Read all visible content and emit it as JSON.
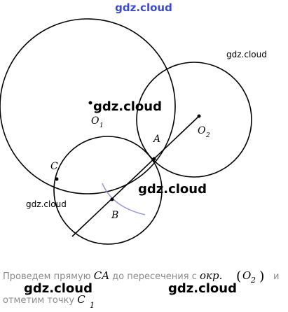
{
  "watermark": {
    "top": "gdz.cloud",
    "center_o1": "gdz.cloud",
    "right_small": "gdz.cloud",
    "center_b": "gdz.cloud",
    "left_small": "gdz.cloud",
    "bottom_left": "gdz.cloud",
    "bottom_right": "gdz.cloud"
  },
  "diagram": {
    "points": {
      "o1": "O",
      "o1_sub": "1",
      "o2": "O",
      "o2_sub": "2",
      "a": "A",
      "b": "B",
      "c": "C"
    },
    "colors": {
      "stroke": "#000000",
      "arc": "#9a97d8"
    }
  },
  "caption": {
    "line1_text": "Проведем прямую ",
    "line1_math": "CA",
    "line1_text2": " до пересечения с ",
    "line1_okr": "окр.",
    "line1_o": "O",
    "line1_o_sub": "2",
    "line1_text3": " и",
    "line2_text": "отметим точку ",
    "line2_c": "C",
    "line2_c_sub": "1",
    "open_paren": "(",
    "close_paren": ")"
  }
}
